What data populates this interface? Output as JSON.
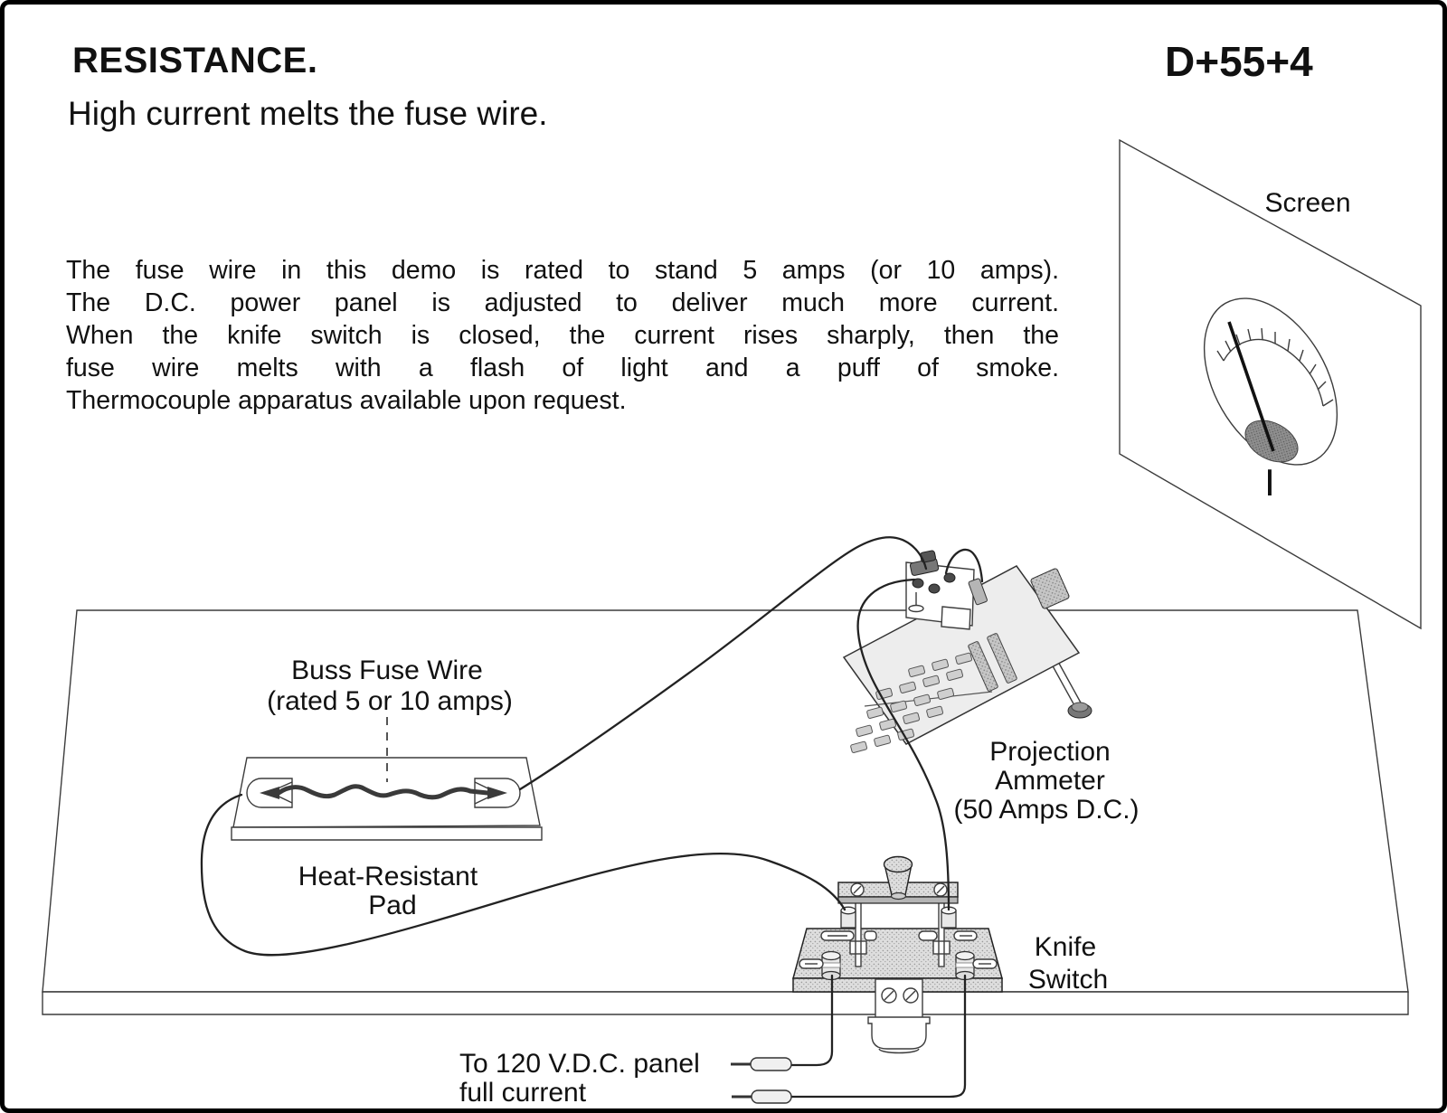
{
  "header": {
    "title": "RESISTANCE.",
    "subtitle": "High current melts the fuse wire.",
    "doc_code": "D+55+4"
  },
  "description": {
    "lines": [
      "The fuse wire in this demo is rated to stand 5 amps (or 10 amps).",
      "The D.C. power panel is adjusted to deliver much more current.",
      "When the knife switch is closed, the current rises sharply, then the",
      "fuse wire melts with a flash of light and a puff of smoke.",
      "Thermocouple apparatus available upon request."
    ]
  },
  "diagram": {
    "labels": {
      "screen": "Screen",
      "meter_symbol": "I",
      "fuse_line1": "Buss Fuse Wire",
      "fuse_line2": "(rated 5 or 10 amps)",
      "pad_line1": "Heat-Resistant",
      "pad_line2": "Pad",
      "ammeter_line1": "Projection",
      "ammeter_line2": "Ammeter",
      "ammeter_line3": "(50 Amps D.C.)",
      "switch_line1": "Knife",
      "switch_line2": "Switch",
      "power_line1": "To 120 V.D.C. panel",
      "power_line2": "full current"
    },
    "colors": {
      "ink": "#111111",
      "line": "#3c3c3c",
      "fill_light": "#ececec",
      "fill_mid": "#cccccc",
      "fill_dark": "#8f8f8f",
      "paper": "#ffffff"
    }
  }
}
